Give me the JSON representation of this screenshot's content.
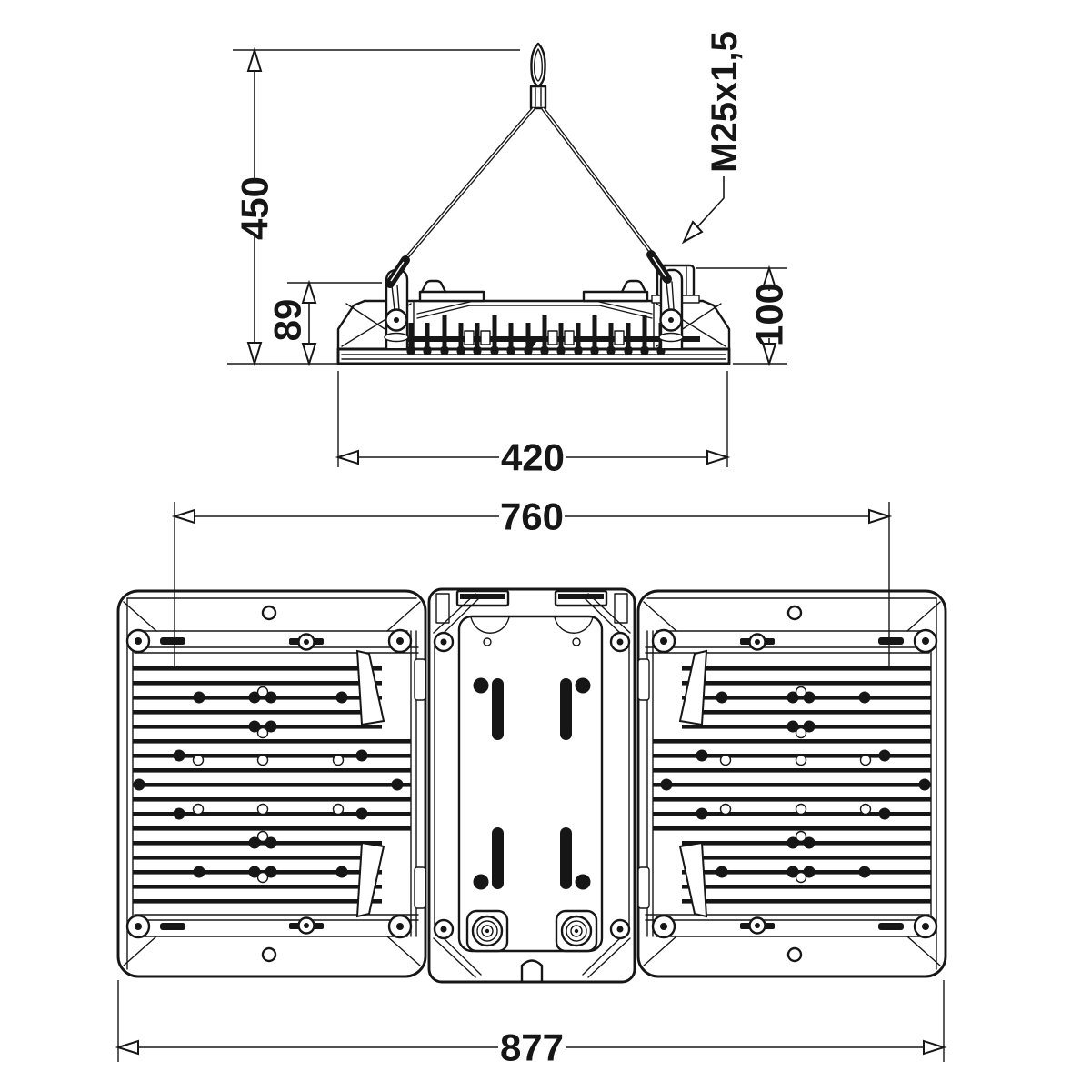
{
  "drawing": {
    "background_color": "#ffffff",
    "line_color": "#161616",
    "dimensions": {
      "overall_height": "450",
      "housing_height": "89",
      "gland_height": "100",
      "housing_width": "420",
      "mounting_width": "760",
      "overall_width": "877"
    },
    "labels": {
      "cable_gland_thread": "M25x1,5"
    }
  }
}
